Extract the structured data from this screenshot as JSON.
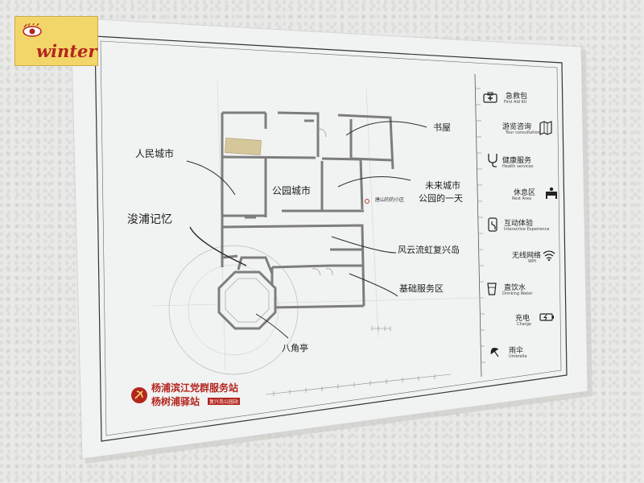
{
  "watermark": {
    "text": "winter",
    "icon": "eye-logo-icon"
  },
  "plan_labels": {
    "shuwu": "书屋",
    "renmin": "人民城市",
    "gongyuan": "公园城市",
    "weilai_1": "未来城市",
    "weilai_2": "公园的一天",
    "lingpu": "浚浦记忆",
    "fengyun": "风云流虹复兴岛",
    "jichu": "基础服务区",
    "bajiaoting": "八角亭",
    "note": "唐山的的小区"
  },
  "legend": [
    {
      "cn": "急救包",
      "en": "First Aid Kit",
      "icon": "first-aid-kit-icon"
    },
    {
      "cn": "游览咨询",
      "en": "Tour consultation",
      "icon": "tour-map-icon"
    },
    {
      "cn": "健康服务",
      "en": "Health services",
      "icon": "stethoscope-icon"
    },
    {
      "cn": "休息区",
      "en": "Rest Area",
      "icon": "rest-area-icon"
    },
    {
      "cn": "互动体验",
      "en": "Interactive Experience",
      "icon": "hand-touch-icon"
    },
    {
      "cn": "无线网络",
      "en": "WiFi",
      "icon": "wifi-icon"
    },
    {
      "cn": "直饮水",
      "en": "Drinking Water",
      "icon": "water-cup-icon"
    },
    {
      "cn": "充电",
      "en": "Charge",
      "icon": "battery-icon"
    },
    {
      "cn": "雨伞",
      "en": "Umbrella",
      "icon": "umbrella-icon"
    }
  ],
  "logo": {
    "line1": "杨浦滨江党群服务站",
    "line2": "杨树浦驿站",
    "sub": "复兴岛公园站",
    "icon": "party-emblem-icon"
  },
  "colors": {
    "board": "#f1f2f2",
    "ink": "#2b2b2b",
    "plan_line": "#9a9a9a",
    "red": "#b3261e"
  }
}
